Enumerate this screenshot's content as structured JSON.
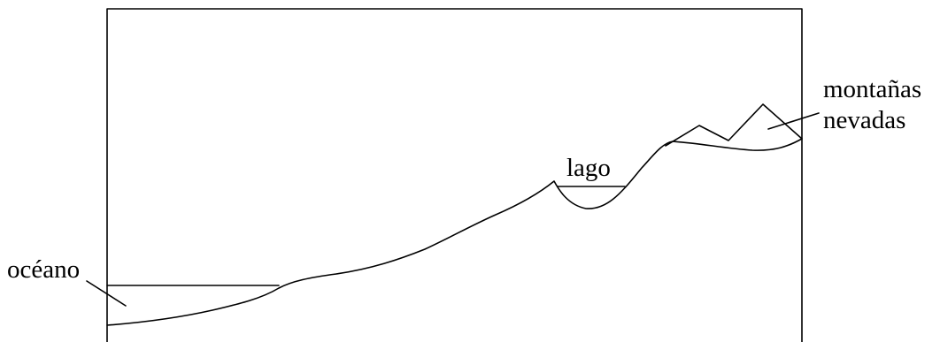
{
  "diagram": {
    "labels": {
      "ocean": "océano",
      "lake": "lago",
      "mountains_line1": "montañas",
      "mountains_line2": "nevadas"
    }
  }
}
